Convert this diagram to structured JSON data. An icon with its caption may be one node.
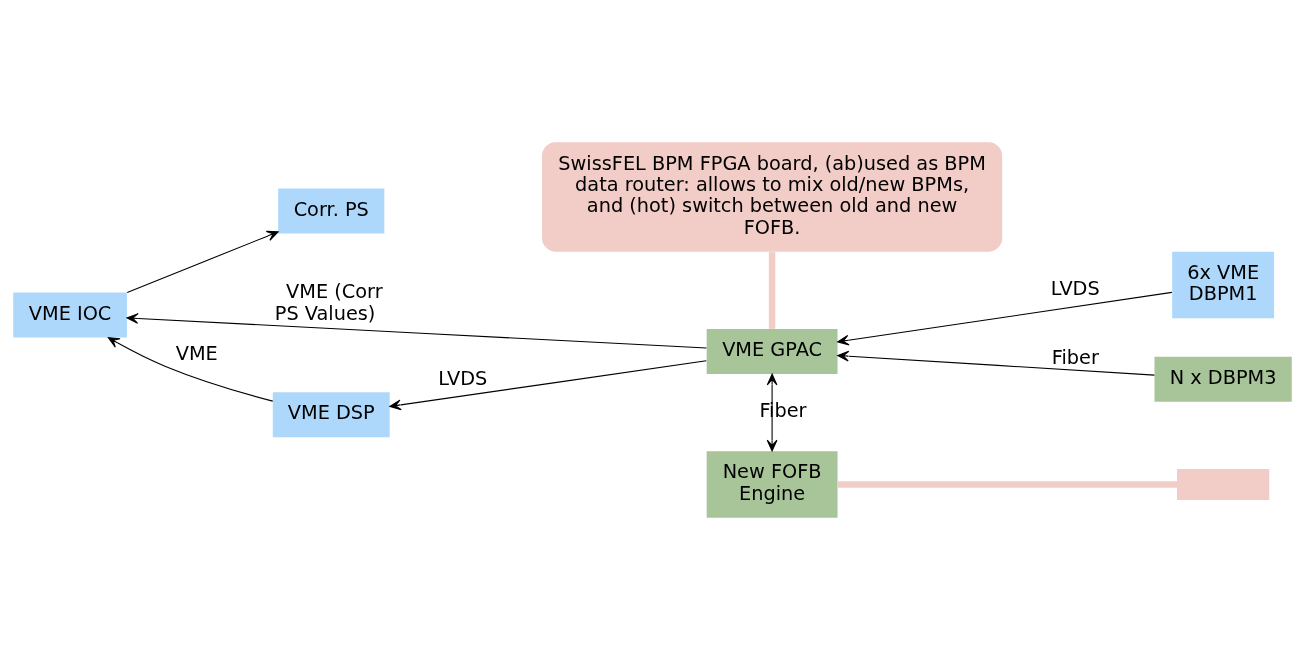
{
  "diagram": {
    "nodes": [
      {
        "text": [
          "SwissFEL BPM FPGA board, (ab)used as BPM data router: allows to mix old/new BPMs, and (hot) switch between old and new FOFB."
        ]
      },
      {
        "text": [
          "Corr. PS"
        ]
      },
      {
        "text": [
          "VME IOC"
        ]
      },
      {
        "text": [
          "VME DSP"
        ]
      },
      {
        "text": [
          "VME GPAC"
        ]
      },
      {
        "text": [
          "6x VME DBPM1"
        ]
      },
      {
        "text": [
          "N x DBPM3"
        ]
      },
      {
        "text": [
          "New FOFB Engine"
        ]
      },
      {
        "text": [],
        "shape": "box"
      }
    ],
    "edges": [
      {
        "from": 0,
        "to": 4,
        "arrow": "none",
        "style": "thick",
        "color": "#f2ccc6"
      },
      {
        "from": 2,
        "to": 1,
        "arrow": "to"
      },
      {
        "from": 3,
        "to": 2,
        "arrow": "to",
        "label": "VME"
      },
      {
        "from": 4,
        "to": 3,
        "arrow": "to",
        "label": "LVDS"
      },
      {
        "from": 5,
        "to": 4,
        "arrow": "to",
        "label": "LVDS"
      },
      {
        "from": 6,
        "to": 4,
        "arrow": "to",
        "label": "Fiber"
      },
      {
        "from": 4,
        "to": 7,
        "arrow": "both",
        "label": "Fiber"
      },
      {
        "from": 4,
        "to": 2,
        "arrow": "to",
        "label": "VME (Corr PS Values)"
      },
      {
        "from": 8,
        "to": 7,
        "arrow": "none",
        "style": "thick",
        "color": "#f2ccc6"
      }
    ]
  }
}
